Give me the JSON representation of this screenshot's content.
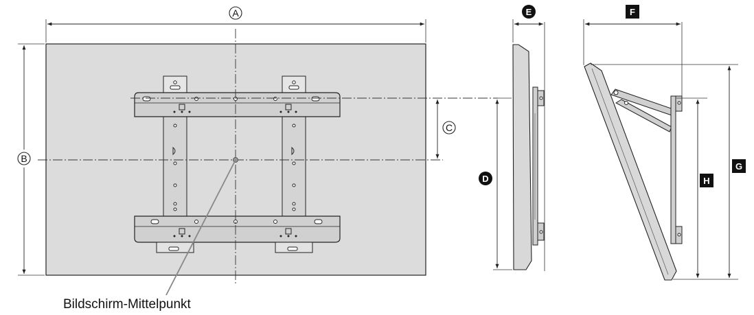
{
  "caption": "Bildschirm-Mittelpunkt",
  "labels": {
    "a": "A",
    "b": "B",
    "c": "C",
    "d": "D",
    "e": "E",
    "f": "F",
    "g": "G",
    "h": "H"
  },
  "colors": {
    "panel": "#dcdcdc",
    "outline": "#222222",
    "bracket": "#cfcfcf"
  }
}
